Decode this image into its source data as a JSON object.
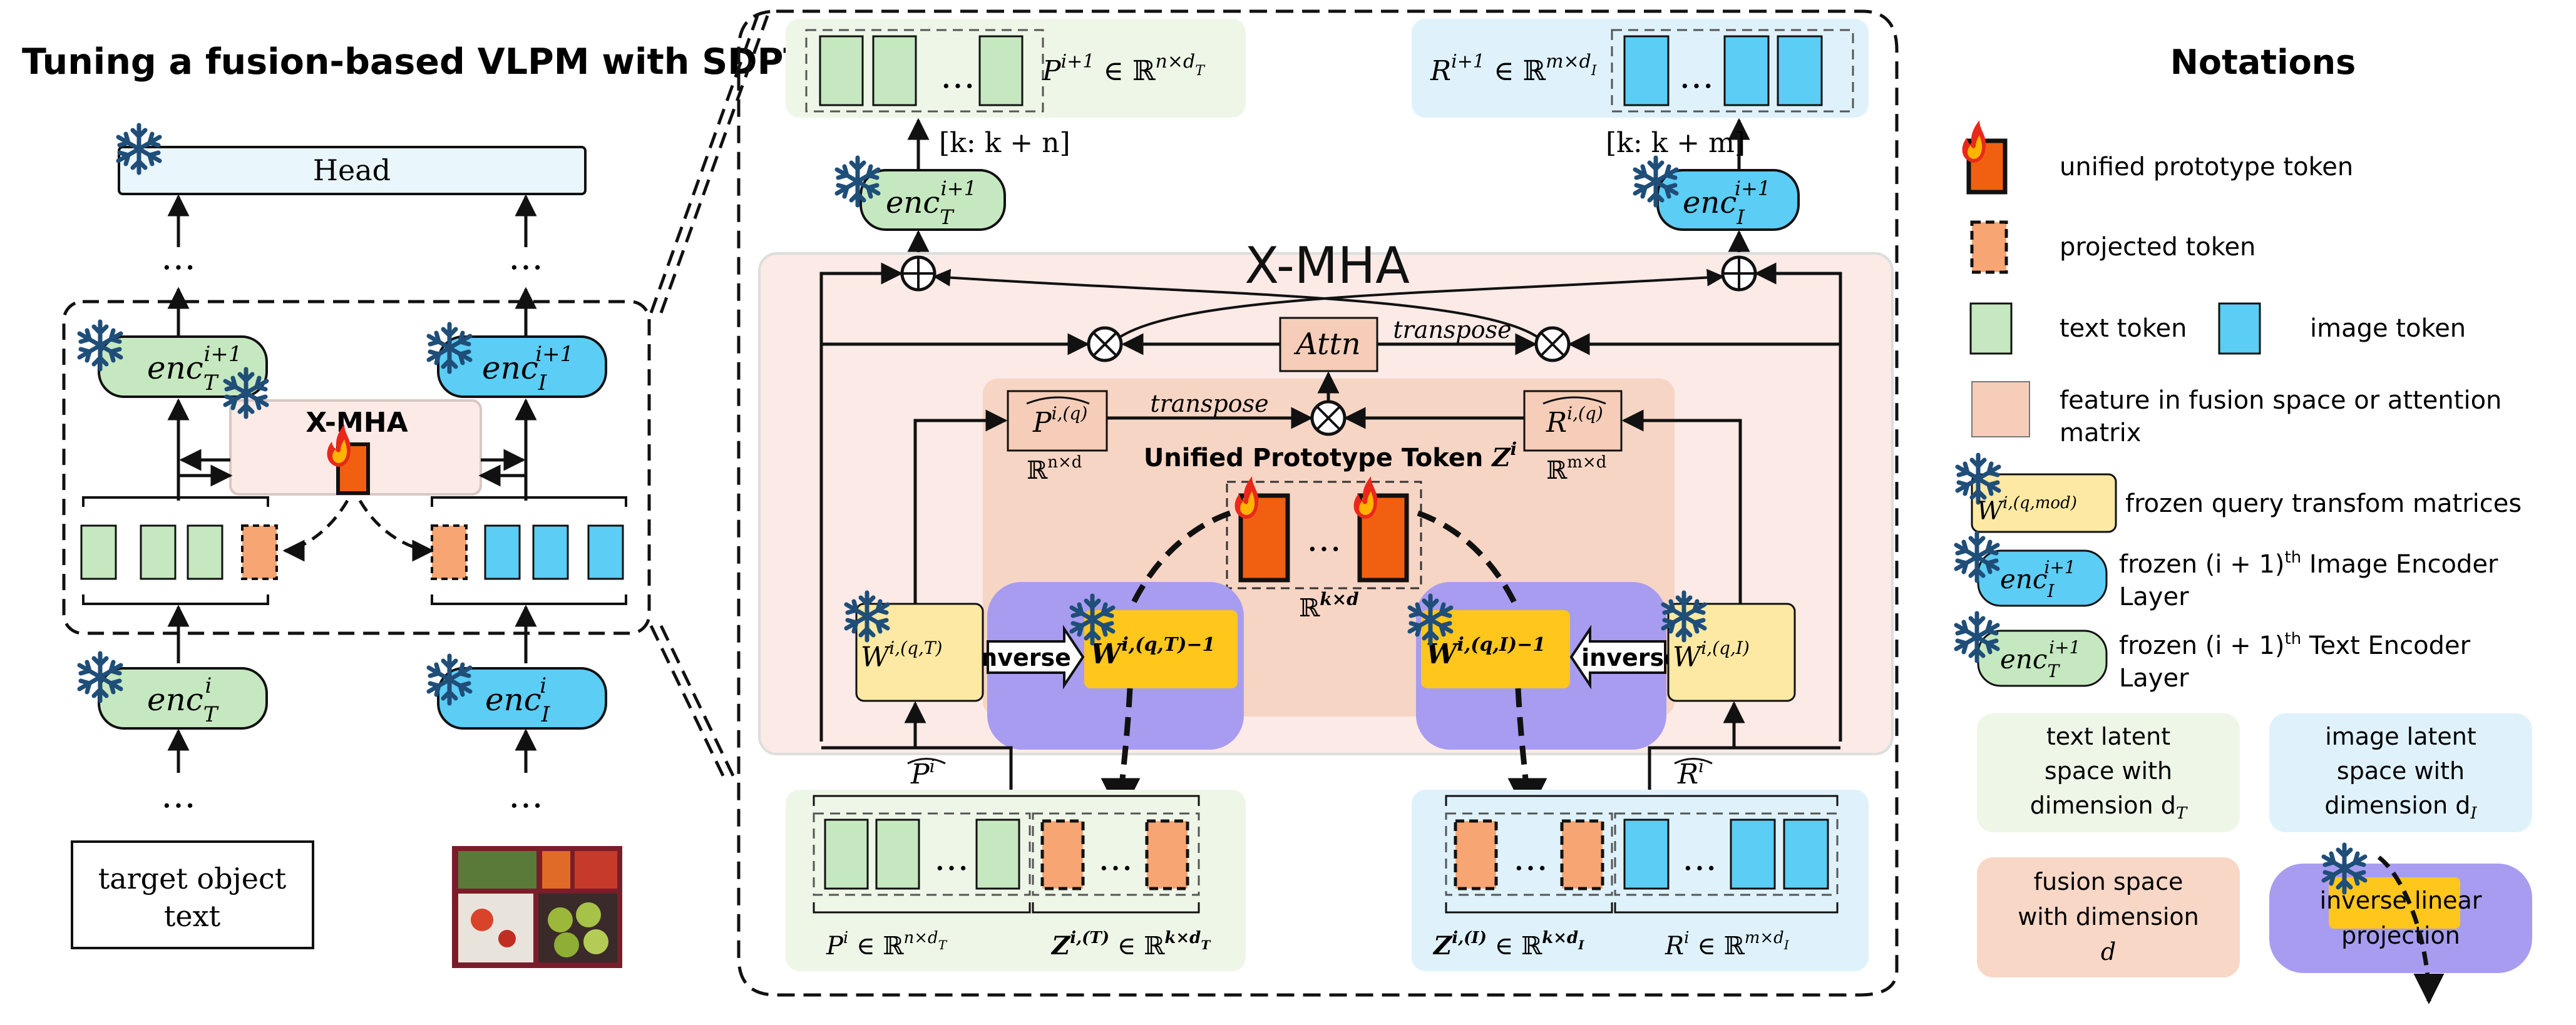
{
  "left": {
    "title": "Tuning a fusion-based VLPM with SDPT",
    "head_label": "Head",
    "dots": "…",
    "enc_t_top": "enc",
    "enc_t_top_sub": "T",
    "enc_t_top_sup": "i+1",
    "enc_i_top": "enc",
    "enc_i_top_sub": "I",
    "enc_i_top_sup": "i+1",
    "xmha_label": "X-MHA",
    "enc_t_bottom": "enc",
    "enc_t_bottom_sub": "T",
    "enc_t_bottom_sup": "i",
    "enc_i_bottom": "enc",
    "enc_i_bottom_sub": "I",
    "enc_i_bottom_sup": "i",
    "target_text": [
      "target object",
      "text"
    ]
  },
  "center": {
    "title": "X-MHA",
    "p_top": "P",
    "p_top_sup": "i+1",
    "p_top_space": " ∈ ℝ",
    "p_top_space_sup": "n×d",
    "p_top_space_sub": "T",
    "r_top": "R",
    "r_top_sup": "i+1",
    "r_top_space": " ∈ ℝ",
    "r_top_space_sup": "m×d",
    "r_top_space_sub": "I",
    "slice_t": "[k: k + n]",
    "slice_i": "[k: k + m]",
    "enc_t": "enc",
    "enc_t_sub": "T",
    "enc_t_sup": "i+1",
    "enc_i": "enc",
    "enc_i_sub": "I",
    "enc_i_sup": "i+1",
    "attn": "Attn",
    "transpose_top": "transpose",
    "transpose_mid": "transpose",
    "p_hat_q": "P",
    "p_hat_q_sup": "i,(q)",
    "r_hat_q": "R",
    "r_hat_q_sup": "i,(q)",
    "space_nd": "ℝ",
    "space_nd_sup": "n×d",
    "space_md": "ℝ",
    "space_md_sup": "m×d",
    "upt_label": "Unified Prototype Token ",
    "upt_z": "Z",
    "upt_z_sup": "i",
    "space_kd": "ℝ",
    "space_kd_sup": "k×d",
    "w_qT": "W",
    "w_qT_sup": "i,(q,T)",
    "w_qI": "W",
    "w_qI_sup": "i,(q,I)",
    "w_qT_inv": "W",
    "w_qT_inv_sup": "i,(q,T)",
    "w_qI_inv": "W",
    "w_qI_inv_sup": "i,(q,I)",
    "inv_sup": "−1",
    "inverse": "inverse",
    "p_hat": "P",
    "p_hat_sup": "i",
    "r_hat": "R",
    "r_hat_sup": "i",
    "p_bottom": "P",
    "p_bottom_sup": "i",
    "p_bottom_space": " ∈ ℝ",
    "p_bottom_space_sup": "n×d",
    "p_bottom_space_sub": "T",
    "z_t": "Z",
    "z_t_sup": "i,(T)",
    "z_t_space": " ∈ ℝ",
    "z_t_space_sup": "k×d",
    "z_t_space_sub": "T",
    "z_i": "Z",
    "z_i_sup": "i,(I)",
    "z_i_space": " ∈ ℝ",
    "z_i_space_sup": "k×d",
    "z_i_space_sub": "I",
    "r_bottom": "R",
    "r_bottom_sup": "i",
    "r_bottom_space": " ∈ ℝ",
    "r_bottom_space_sup": "m×d",
    "r_bottom_space_sub": "I",
    "dots": "…"
  },
  "notations": {
    "title": "Notations",
    "unified": "unified prototype token",
    "projected": "projected token",
    "text_token": "text token",
    "image_token": "image token",
    "feature_line1": "feature in fusion space or attention",
    "feature_line2": "matrix",
    "w_label": "W",
    "w_label_sup": "i,(q,mod)",
    "w_desc": "frozen query transfom matrices",
    "enc_i_label": "enc",
    "enc_i_sub": "I",
    "enc_i_sup": "i+1",
    "enc_i_desc1": "frozen (i + 1)",
    "enc_i_desc1_sup": "th",
    "enc_i_desc1_end": " Image Encoder",
    "enc_i_desc2": "Layer",
    "enc_t_label": "enc",
    "enc_t_sub": "T",
    "enc_t_sup": "i+1",
    "enc_t_desc1": "frozen (i + 1)",
    "enc_t_desc1_sup": "th",
    "enc_t_desc1_end": " Text Encoder",
    "enc_t_desc2": "Layer",
    "text_latent": [
      "text latent",
      "space with",
      "dimension d"
    ],
    "text_latent_sub": "T",
    "image_latent": [
      "image latent",
      "space with",
      "dimension d"
    ],
    "image_latent_sub": "I",
    "fusion_space": [
      "fusion space",
      "with dimension",
      "d"
    ],
    "inverse_proj": [
      "inverse linear",
      "projection"
    ]
  },
  "colors": {
    "green_bg": "#eef6e8",
    "green_token": "#c6e8c0",
    "blue_bg": "#dff2fb",
    "blue_token": "#5ccdf5",
    "fusion_bg": "#fbeae6",
    "fusion_inner": "#f6cdb8",
    "orange": "#f06010",
    "projected": "#f7a573",
    "purple": "#a89cf0",
    "yellow": "#ffc61c",
    "w_box": "#fde9a4",
    "head_bg": "#e9f6fb"
  }
}
